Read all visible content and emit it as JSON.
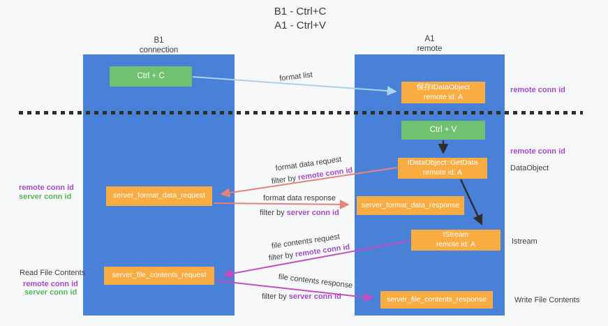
{
  "title": {
    "line1": "B1 - Ctrl+C",
    "line2": "A1 - Ctrl+V"
  },
  "columns": {
    "left": {
      "header_line1": "B1",
      "header_line2": "connection"
    },
    "right": {
      "header_line1": "A1",
      "header_line2": "remote"
    }
  },
  "nodes": {
    "ctrl_c": "Ctrl + C",
    "ctrl_v": "Ctrl + V",
    "save_idataobject": {
      "line1": "保存IDataObject",
      "line2": "remote id: A"
    },
    "getdata": {
      "line1": "IDataObject::GetData",
      "line2": "remote id: A"
    },
    "istream": {
      "line1": "IStream",
      "line2": "remote id: A"
    },
    "server_format_data_request": "server_format_data_request",
    "server_format_data_response": "server_format_data_response",
    "server_file_contents_request": "server_file_contents_request",
    "server_file_contents_response": "server_file_contents_response"
  },
  "edge_labels": {
    "format_list": "format list",
    "format_data_request": "format data request",
    "format_data_response": "format data response",
    "file_contents_request": "file contents request",
    "file_contents_response": "file contents response",
    "filter_by": "filter by",
    "remote_conn_id": "remote conn id",
    "server_conn_id": "server conn id"
  },
  "side_labels": {
    "remote_conn_id": "remote conn id",
    "server_conn_id": "server conn id",
    "dataobject": "DataObject",
    "istream": "Istream",
    "read_file_contents": "Read File Contents",
    "write_file_contents": "Write File Contents"
  },
  "colors": {
    "lane_blue": "#4a81d8",
    "node_green": "#70c170",
    "node_orange": "#f9ac42",
    "arrow_light_blue": "#a9d3f0",
    "arrow_salmon": "#e8837c",
    "arrow_magenta": "#c24ec2",
    "arrow_black": "#2e2e2e",
    "label_purple": "#a64ac8",
    "label_green": "#55b655",
    "divider_black": "#2e2e2e",
    "background": "#f7f8f9"
  }
}
